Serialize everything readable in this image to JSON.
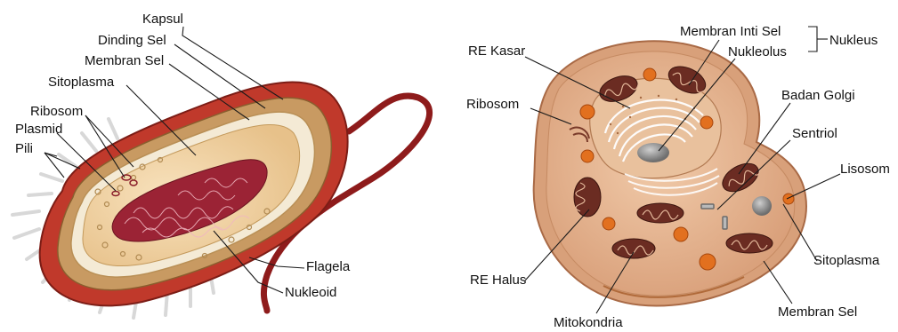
{
  "prokaryote": {
    "labels": {
      "kapsul": "Kapsul",
      "dinding_sel": "Dinding Sel",
      "membran_sel": "Membran Sel",
      "sitoplasma": "Sitoplasma",
      "ribosom": "Ribosom",
      "plasmid": "Plasmid",
      "pili": "Pili",
      "flagela": "Flagela",
      "nukleoid": "Nukleoid"
    }
  },
  "eukaryote": {
    "labels": {
      "re_kasar": "RE Kasar",
      "membran_inti_sel": "Membran Inti Sel",
      "nukleolus": "Nukleolus",
      "nukleus": "Nukleus",
      "ribosom": "Ribosom",
      "badan_golgi": "Badan Golgi",
      "sentriol": "Sentriol",
      "lisosom": "Lisosom",
      "sitoplasma": "Sitoplasma",
      "re_halus": "RE Halus",
      "mitokondria": "Mitokondria",
      "membran_sel": "Membran Sel"
    }
  },
  "colors": {
    "capsule": "#c0392b",
    "cell_wall": "#d9a66e",
    "cytoplasm": "#f0d3a5",
    "nucleoid": "#9b2335",
    "animal_membrane": "#d9a07b",
    "animal_cytoplasm": "#e8b996",
    "mitochondria": "#6b2c22",
    "lysosome": "#e2701f"
  }
}
